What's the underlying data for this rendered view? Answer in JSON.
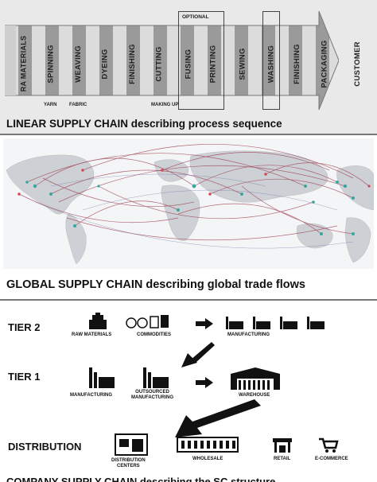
{
  "linear": {
    "steps": [
      "RA MATERIALS",
      "SPINNING",
      "WEAVING",
      "DYEING",
      "FINISHING",
      "CUTTING",
      "FUSING",
      "PRINTING",
      "SEWING",
      "WASHING",
      "FINISHING",
      "PACKAGING",
      "CUSTOMER"
    ],
    "optional_label": "OPTIONAL",
    "sub_labels": {
      "yarn": "YARN",
      "fabric": "FABRIC",
      "making_up": "MAKING UP"
    },
    "caption": "LINEAR SUPPLY CHAIN describing process sequence"
  },
  "global": {
    "caption": "GLOBAL SUPPLY CHAIN describing global trade flows"
  },
  "company": {
    "tier2_label": "TIER 2",
    "tier1_label": "TIER 1",
    "distribution_label": "DISTRIBUTION",
    "raw_materials": "RAW MATERIALS",
    "commodities": "COMMODITIES",
    "manufacturing_t2": "MANUFACTURING",
    "manufacturing_t1": "MANUFACTURING",
    "outsourced_line1": "OUTSOURCED",
    "outsourced_line2": "MANUFACTURING",
    "warehouse": "WAREHOUSE",
    "distribution_line1": "DISTRIBUTION",
    "distribution_line2": "CENTERS",
    "wholesale": "WHOLESALE",
    "retail": "RETAIL",
    "ecommerce": "E-COMMERCE",
    "caption": "COMPANY SUPPLY CHAIN describing the SC structure"
  },
  "colors": {
    "arrow_light": "#d4d4d4",
    "arrow_dark": "#8a8a8a",
    "route": "#9c3b4e",
    "ocean": "#ffffff",
    "land": "#c9ccd0",
    "node": "#3aa6a0"
  }
}
